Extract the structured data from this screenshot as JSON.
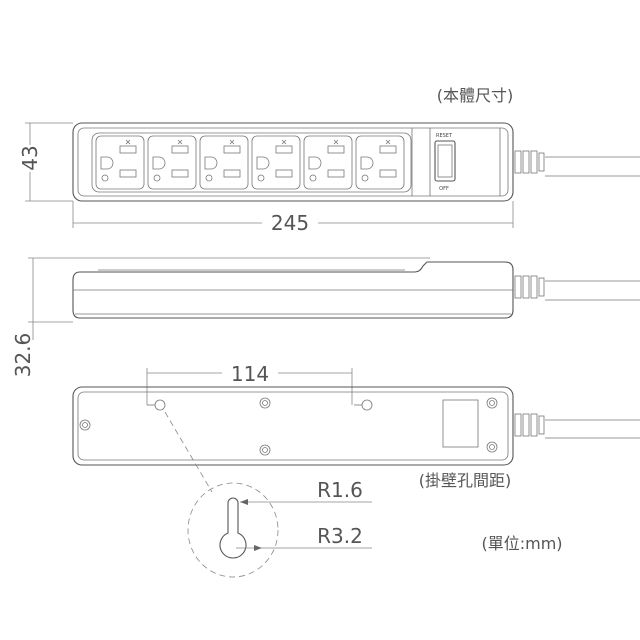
{
  "labels": {
    "body_size": "(本體尺寸)",
    "hanging_hole_spacing": "(掛壁孔間距)",
    "unit": "(單位:mm)"
  },
  "dimensions": {
    "width": "43",
    "length": "245",
    "height": "32.6",
    "hole_spacing": "114",
    "small_radius": "R1.6",
    "large_radius": "R3.2"
  },
  "switch": {
    "top_label": "RESET",
    "bottom_label": "OFF"
  },
  "outlet_count": 6,
  "colors": {
    "line": "#555555",
    "background": "#ffffff"
  }
}
